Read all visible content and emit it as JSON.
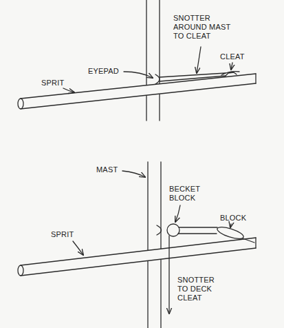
{
  "diagram": {
    "labels": [
      "SNOTTER AROUND MAST TO CLEAT",
      "EYEPAD",
      "CLEAT",
      "SPRIT",
      "MAST",
      "BECKET BLOCK",
      "BLOCK",
      "SPRIT",
      "SNOTTER TO DECK CLEAT"
    ]
  }
}
